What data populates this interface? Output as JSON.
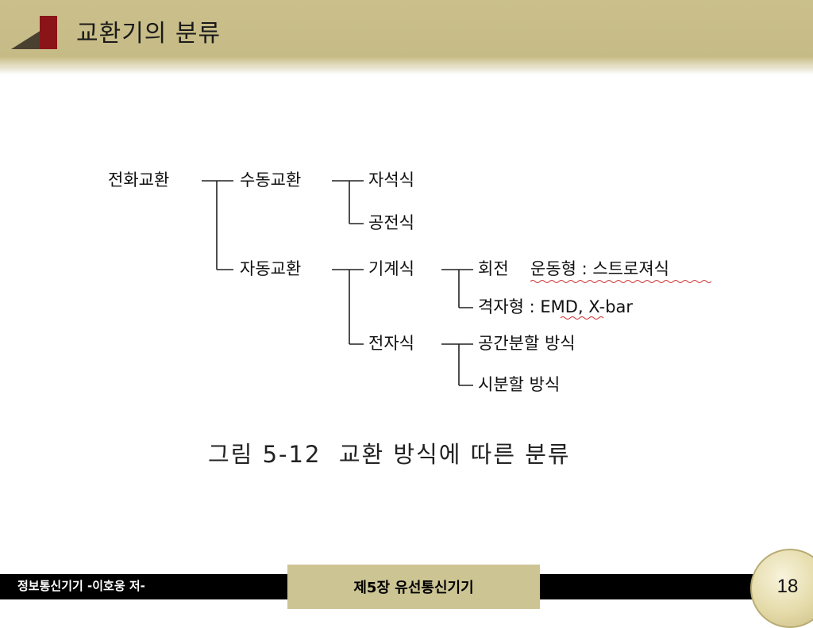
{
  "header": {
    "title": "교환기의 분류"
  },
  "diagram": {
    "nodes": {
      "root": "전화교환",
      "manual": "수동교환",
      "magneto": "자석식",
      "common_battery": "공전식",
      "automatic": "자동교환",
      "mechanical": "기계식",
      "rotary": "회전",
      "rotary_motion": "운동형 : 스트로져식",
      "crossbar": "격자형 : EMD, X-bar",
      "electronic": "전자식",
      "space_division": "공간분할 방식",
      "time_division": "시분할 방식"
    },
    "caption": "그림 5-12  교환 방식에 따른 분류"
  },
  "footer": {
    "left_text": "정보통신기기  -이호웅 저-",
    "center_text": "제5장 유선통신기기",
    "page_number": "18"
  },
  "colors": {
    "header_bg": "#c6bb86",
    "logo_red": "#8a1418",
    "footer_bar": "#000000",
    "footer_center_bg": "#cdc494"
  }
}
